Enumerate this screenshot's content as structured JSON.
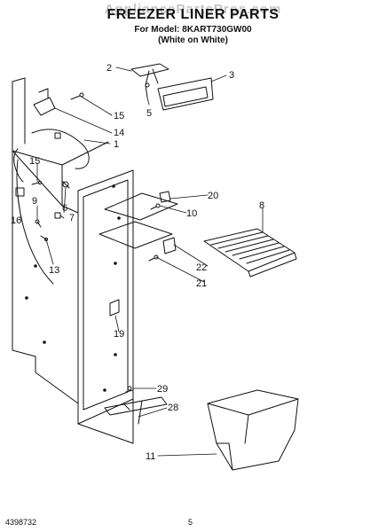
{
  "header": {
    "watermark": "AppliancePartsPros.com",
    "title": "FREEZER LINER PARTS",
    "model_line": "For Model: 8KART730GW00",
    "color_line": "(White on White)"
  },
  "callouts": {
    "c1": "1",
    "c2": "2",
    "c3": "3",
    "c5": "5",
    "c6": "6",
    "c7": "7",
    "c8": "8",
    "c9": "9",
    "c10": "10",
    "c11": "11",
    "c13": "13",
    "c14": "14",
    "c15a": "15",
    "c15b": "15",
    "c16": "16",
    "c19": "19",
    "c20": "20",
    "c21": "21",
    "c22": "22",
    "c28": "28",
    "c29": "29"
  },
  "footer": {
    "doc_number": "4398732",
    "page": "5"
  }
}
